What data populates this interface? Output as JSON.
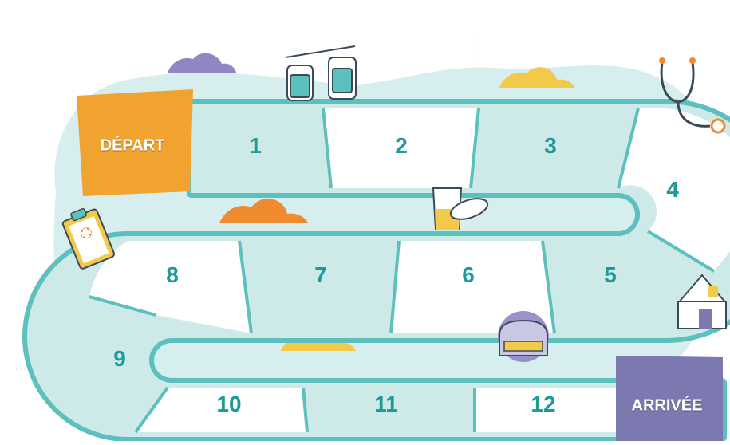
{
  "board": {
    "start_label": "DÉPART",
    "end_label": "ARRIVÉE",
    "squares": [
      "1",
      "2",
      "3",
      "4",
      "5",
      "6",
      "7",
      "8",
      "9",
      "10",
      "11",
      "12"
    ]
  },
  "colors": {
    "track": "#5bc0be",
    "cell_teal": "#cde9e8",
    "cell_white": "#ffffff",
    "blob": "#d7eeee",
    "number": "#1e9a98",
    "start_badge": "#f0a32e",
    "end_badge": "#7b79b0"
  },
  "icons": [
    "cloud-icon",
    "iv-drip-icon",
    "stethoscope-icon",
    "clipboard-icon",
    "medicine-cup-icon",
    "pill-icon",
    "armchair-icon",
    "house-icon"
  ]
}
